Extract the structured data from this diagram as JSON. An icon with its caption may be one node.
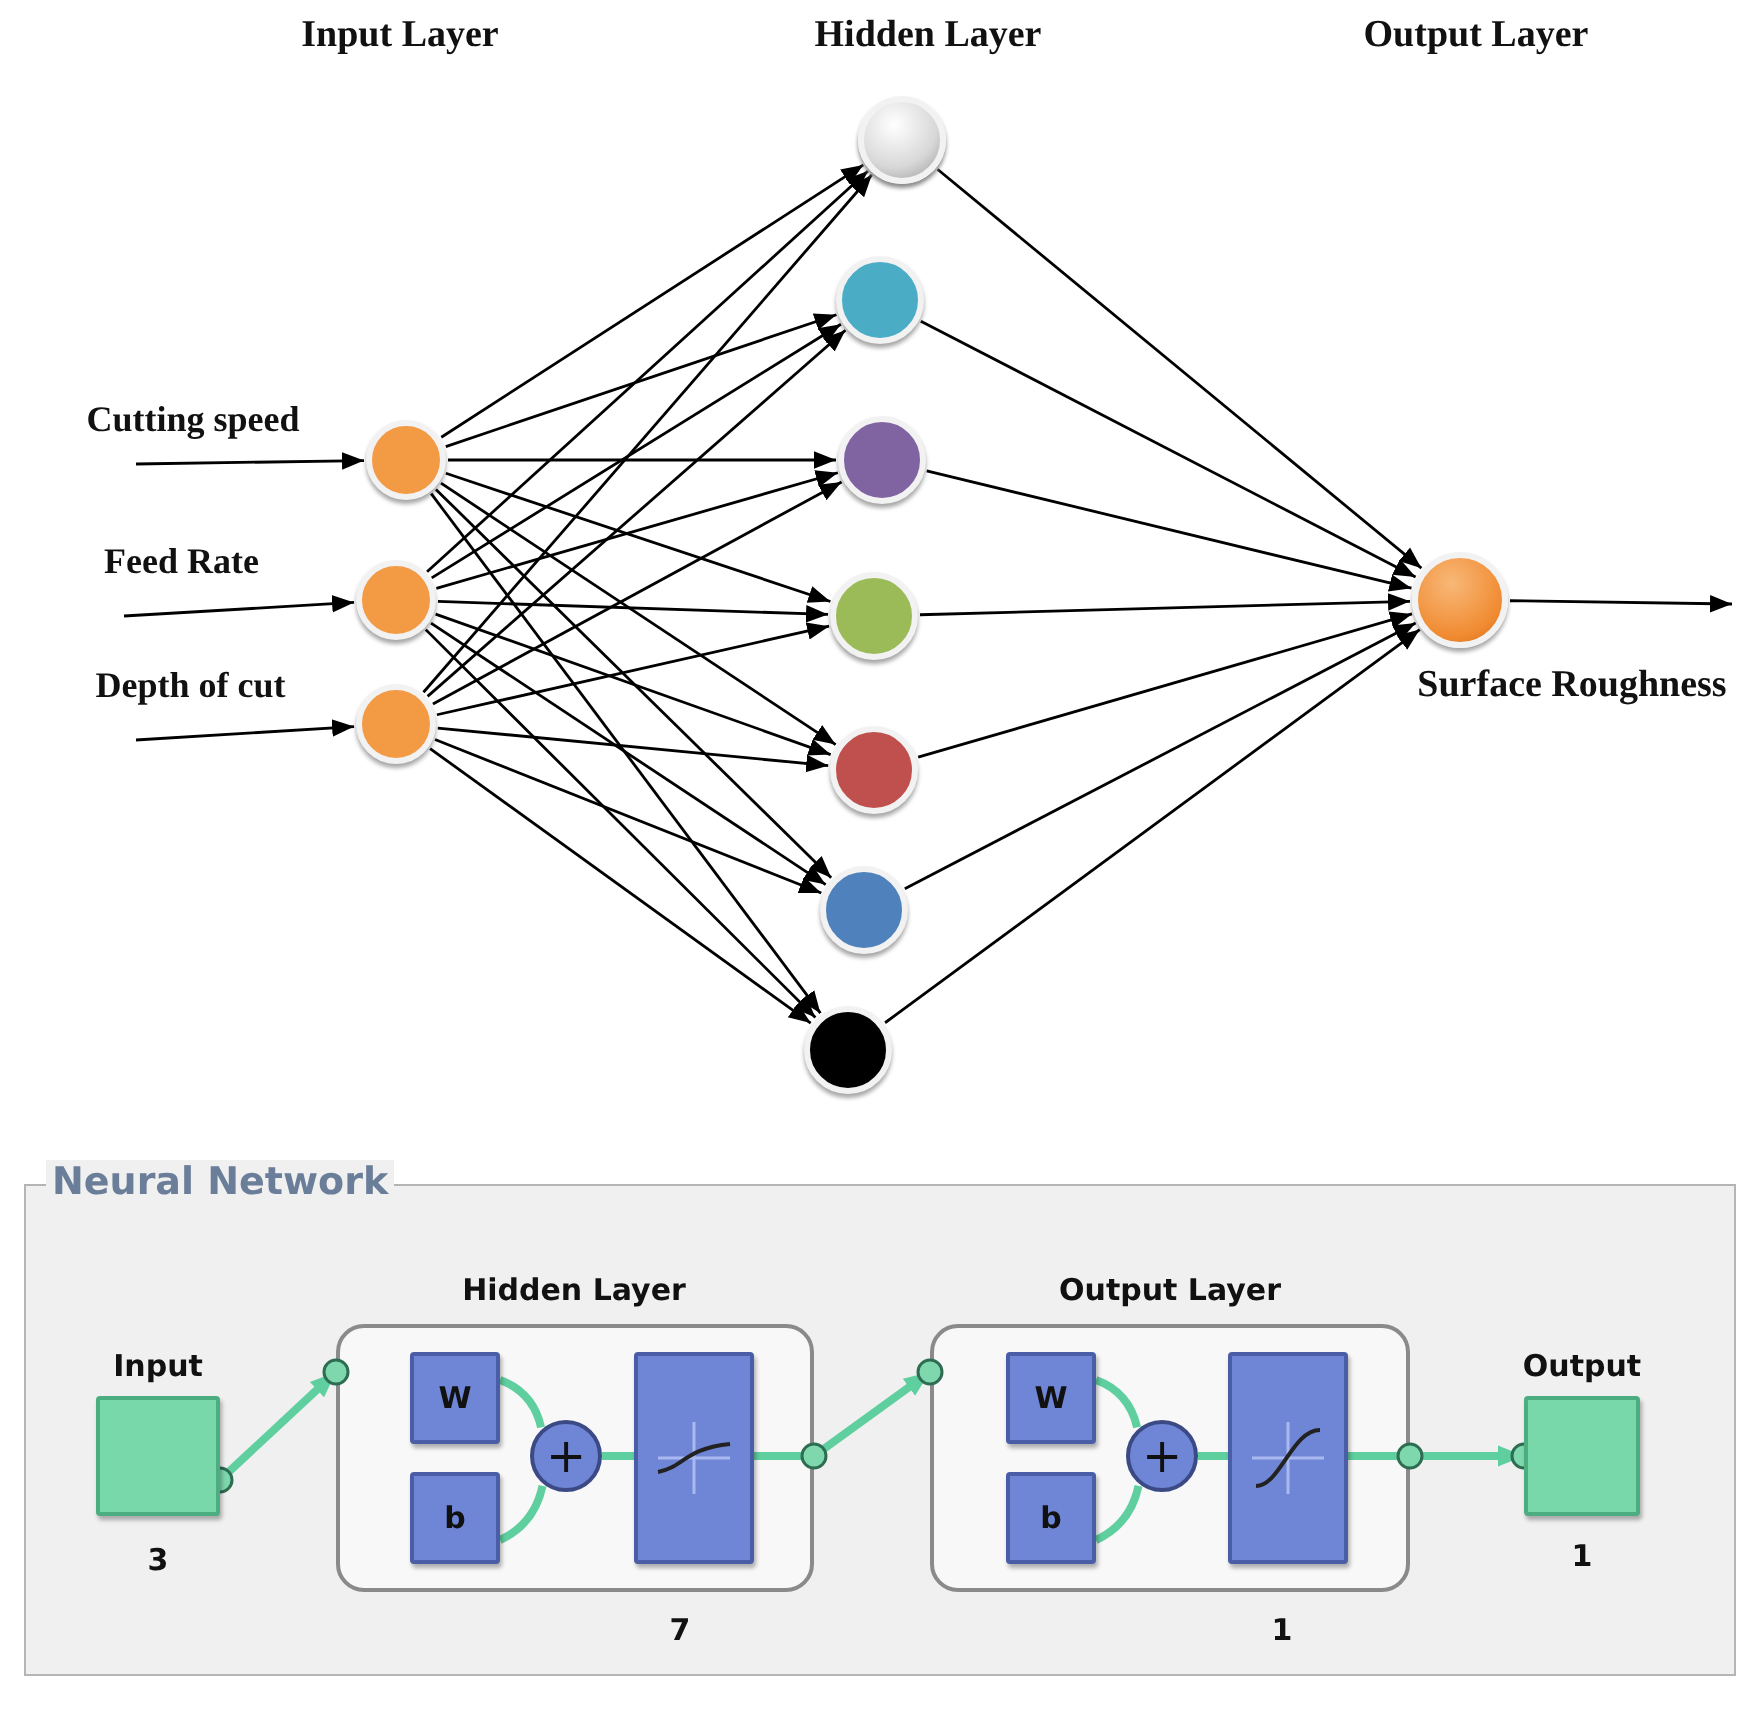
{
  "diagram": {
    "nodes": [
      {
        "text": [],
        "shape": "circle"
      },
      {
        "text": [],
        "shape": "circle"
      },
      {
        "text": [],
        "shape": "circle"
      },
      {
        "text": [],
        "shape": "circle"
      },
      {
        "text": [],
        "shape": "circle"
      },
      {
        "text": [],
        "shape": "circle"
      },
      {
        "text": [],
        "shape": "circle"
      },
      {
        "text": [],
        "shape": "circle"
      },
      {
        "text": [],
        "shape": "circle"
      },
      {
        "text": [],
        "shape": "circle"
      },
      {
        "text": [],
        "shape": "circle",
        "beside": [
          "Surface Roughness"
        ]
      },
      {
        "text": [
          "Neural Network"
        ]
      },
      {
        "text": [
          "Input"
        ],
        "beside": [
          "3"
        ],
        "in": 11
      },
      {
        "text": [
          "Hidden Layer"
        ],
        "beside": [
          "7"
        ],
        "in": 11
      },
      {
        "text": [
          "W"
        ],
        "in": 13
      },
      {
        "text": [
          "b"
        ],
        "in": 13
      },
      {
        "text": [
          "+"
        ],
        "in": 13
      },
      {
        "text": [],
        "shape": "box",
        "in": 13
      },
      {
        "text": [
          "Output Layer"
        ],
        "beside": [
          "1"
        ],
        "in": 11
      },
      {
        "text": [
          "W"
        ],
        "in": 18
      },
      {
        "text": [
          "b"
        ],
        "in": 18
      },
      {
        "text": [
          "+"
        ],
        "in": 18
      },
      {
        "text": [],
        "shape": "box",
        "in": 18
      },
      {
        "text": [
          "Output"
        ],
        "beside": [
          "1"
        ],
        "in": 11
      }
    ],
    "edges": [
      {
        "from": null,
        "to": 0,
        "arrow": "to",
        "label": "Cutting speed"
      },
      {
        "from": null,
        "to": 1,
        "arrow": "to",
        "label": "Feed Rate"
      },
      {
        "from": null,
        "to": 2,
        "arrow": "to",
        "label": "Depth of cut"
      },
      {
        "from": 0,
        "to": 3,
        "arrow": "to"
      },
      {
        "from": 0,
        "to": 4,
        "arrow": "to"
      },
      {
        "from": 0,
        "to": 5,
        "arrow": "to"
      },
      {
        "from": 0,
        "to": 6,
        "arrow": "to"
      },
      {
        "from": 0,
        "to": 7,
        "arrow": "to"
      },
      {
        "from": 0,
        "to": 8,
        "arrow": "to"
      },
      {
        "from": 0,
        "to": 9,
        "arrow": "to"
      },
      {
        "from": 1,
        "to": 3,
        "arrow": "to"
      },
      {
        "from": 1,
        "to": 4,
        "arrow": "to"
      },
      {
        "from": 1,
        "to": 5,
        "arrow": "to"
      },
      {
        "from": 1,
        "to": 6,
        "arrow": "to"
      },
      {
        "from": 1,
        "to": 7,
        "arrow": "to"
      },
      {
        "from": 1,
        "to": 8,
        "arrow": "to"
      },
      {
        "from": 1,
        "to": 9,
        "arrow": "to"
      },
      {
        "from": 2,
        "to": 3,
        "arrow": "to"
      },
      {
        "from": 2,
        "to": 4,
        "arrow": "to"
      },
      {
        "from": 2,
        "to": 5,
        "arrow": "to"
      },
      {
        "from": 2,
        "to": 6,
        "arrow": "to"
      },
      {
        "from": 2,
        "to": 7,
        "arrow": "to"
      },
      {
        "from": 2,
        "to": 8,
        "arrow": "to"
      },
      {
        "from": 2,
        "to": 9,
        "arrow": "to"
      },
      {
        "from": 3,
        "to": 10,
        "arrow": "to"
      },
      {
        "from": 4,
        "to": 10,
        "arrow": "to"
      },
      {
        "from": 5,
        "to": 10,
        "arrow": "to"
      },
      {
        "from": 6,
        "to": 10,
        "arrow": "to"
      },
      {
        "from": 7,
        "to": 10,
        "arrow": "to"
      },
      {
        "from": 8,
        "to": 10,
        "arrow": "to"
      },
      {
        "from": 9,
        "to": 10,
        "arrow": "to"
      },
      {
        "from": 10,
        "to": null,
        "arrow": "to"
      },
      {
        "from": 12,
        "to": 13,
        "arrow": "to",
        "style": "thick",
        "color": "#5fcf9f"
      },
      {
        "from": 14,
        "to": 16,
        "arrow": "none",
        "style": "thick",
        "color": "#5fcf9f"
      },
      {
        "from": 15,
        "to": 16,
        "arrow": "none",
        "style": "thick",
        "color": "#5fcf9f"
      },
      {
        "from": 16,
        "to": 17,
        "arrow": "none",
        "style": "thick",
        "color": "#5fcf9f"
      },
      {
        "from": 17,
        "to": 18,
        "arrow": "to",
        "style": "thick",
        "color": "#5fcf9f"
      },
      {
        "from": 19,
        "to": 21,
        "arrow": "none",
        "style": "thick",
        "color": "#5fcf9f"
      },
      {
        "from": 20,
        "to": 21,
        "arrow": "none",
        "style": "thick",
        "color": "#5fcf9f"
      },
      {
        "from": 21,
        "to": 22,
        "arrow": "none",
        "style": "thick",
        "color": "#5fcf9f"
      },
      {
        "from": 22,
        "to": 23,
        "arrow": "to",
        "style": "thick",
        "color": "#5fcf9f"
      }
    ],
    "labels": [
      "Input Layer",
      "Hidden Layer",
      "Output Layer"
    ]
  }
}
